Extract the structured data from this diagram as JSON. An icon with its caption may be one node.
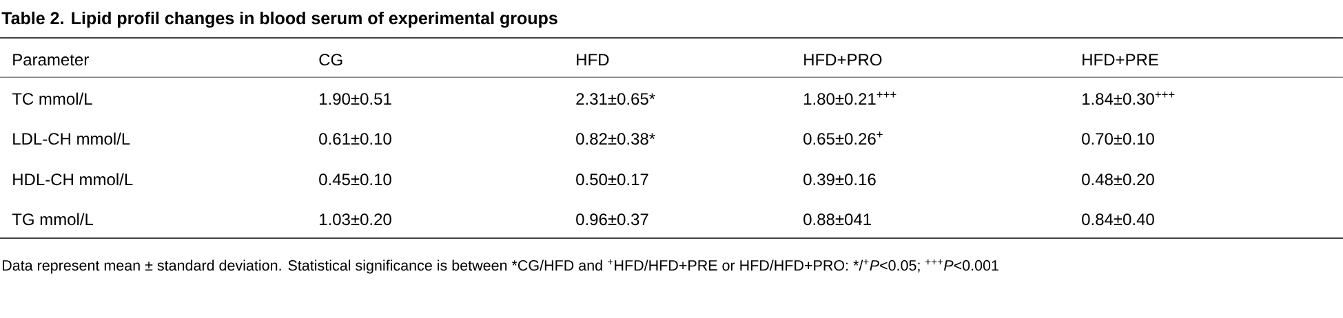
{
  "diagram": {
    "title": "Table 2. Lipid profil changes in blood serum of experimental groups",
    "labels": [
      "Parameter",
      "CG",
      "HFD",
      "HFD+PRO",
      "HFD+PRE",
      "TC mmol/L",
      "1.90±0.51",
      "2.31±0.65*",
      "1.80±0.21$^{+++}$",
      "1.84±0.30$^{+++}$",
      "LDL-CH mmol/L",
      "0.61±0.10",
      "0.82±0.38*",
      "0.65±0.26$^{+}$",
      "0.70±0.10",
      "HDL-CH mmol/L",
      "0.45±0.10",
      "0.50±0.17",
      "0.39±0.16",
      "0.48±0.20",
      "TG mmol/L",
      "1.03±0.20",
      "0.96±0.37",
      "0.88±041",
      "0.84±0.40"
    ],
    "caption": "Data represent mean ± standard deviation. Statistical significance is between *CG/HFD and $^{+}$HFD/HFD+PRE or HFD/HFD+PRO: */$^{+}$*P*<0.05; $^{+++}$*P*<0.001"
  }
}
